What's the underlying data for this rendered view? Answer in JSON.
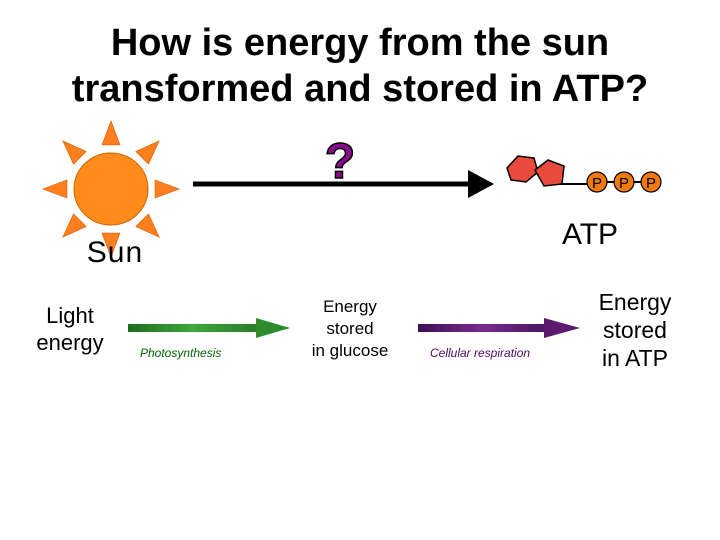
{
  "title": {
    "line1": "How is energy from the sun",
    "line2": "transformed and stored in ATP?"
  },
  "question_mark": "?",
  "labels": {
    "sun": "Sun",
    "atp": "ATP",
    "light_energy": [
      "Light",
      "energy"
    ],
    "energy_glucose": [
      "Energy",
      "stored",
      "in glucose"
    ],
    "energy_atp": [
      "Energy",
      "stored",
      "in ATP"
    ],
    "photosynthesis": "Photosynthesis",
    "cellular_respiration": "Cellular respiration"
  },
  "phosphates": [
    "P",
    "P",
    "P"
  ],
  "colors": {
    "sun_fill": "#ff8c1a",
    "sun_ray": "#ff7f1e",
    "question_mark": "#8b0a8b",
    "photosynthesis_arrow": "#2e8b2e",
    "respiration_arrow": "#5a1a6e",
    "ribose": "#e84a3c",
    "phosphate": "#f07a10"
  },
  "icons": {
    "sun": "sun-icon",
    "atp_molecule": "atp-molecule-icon"
  }
}
